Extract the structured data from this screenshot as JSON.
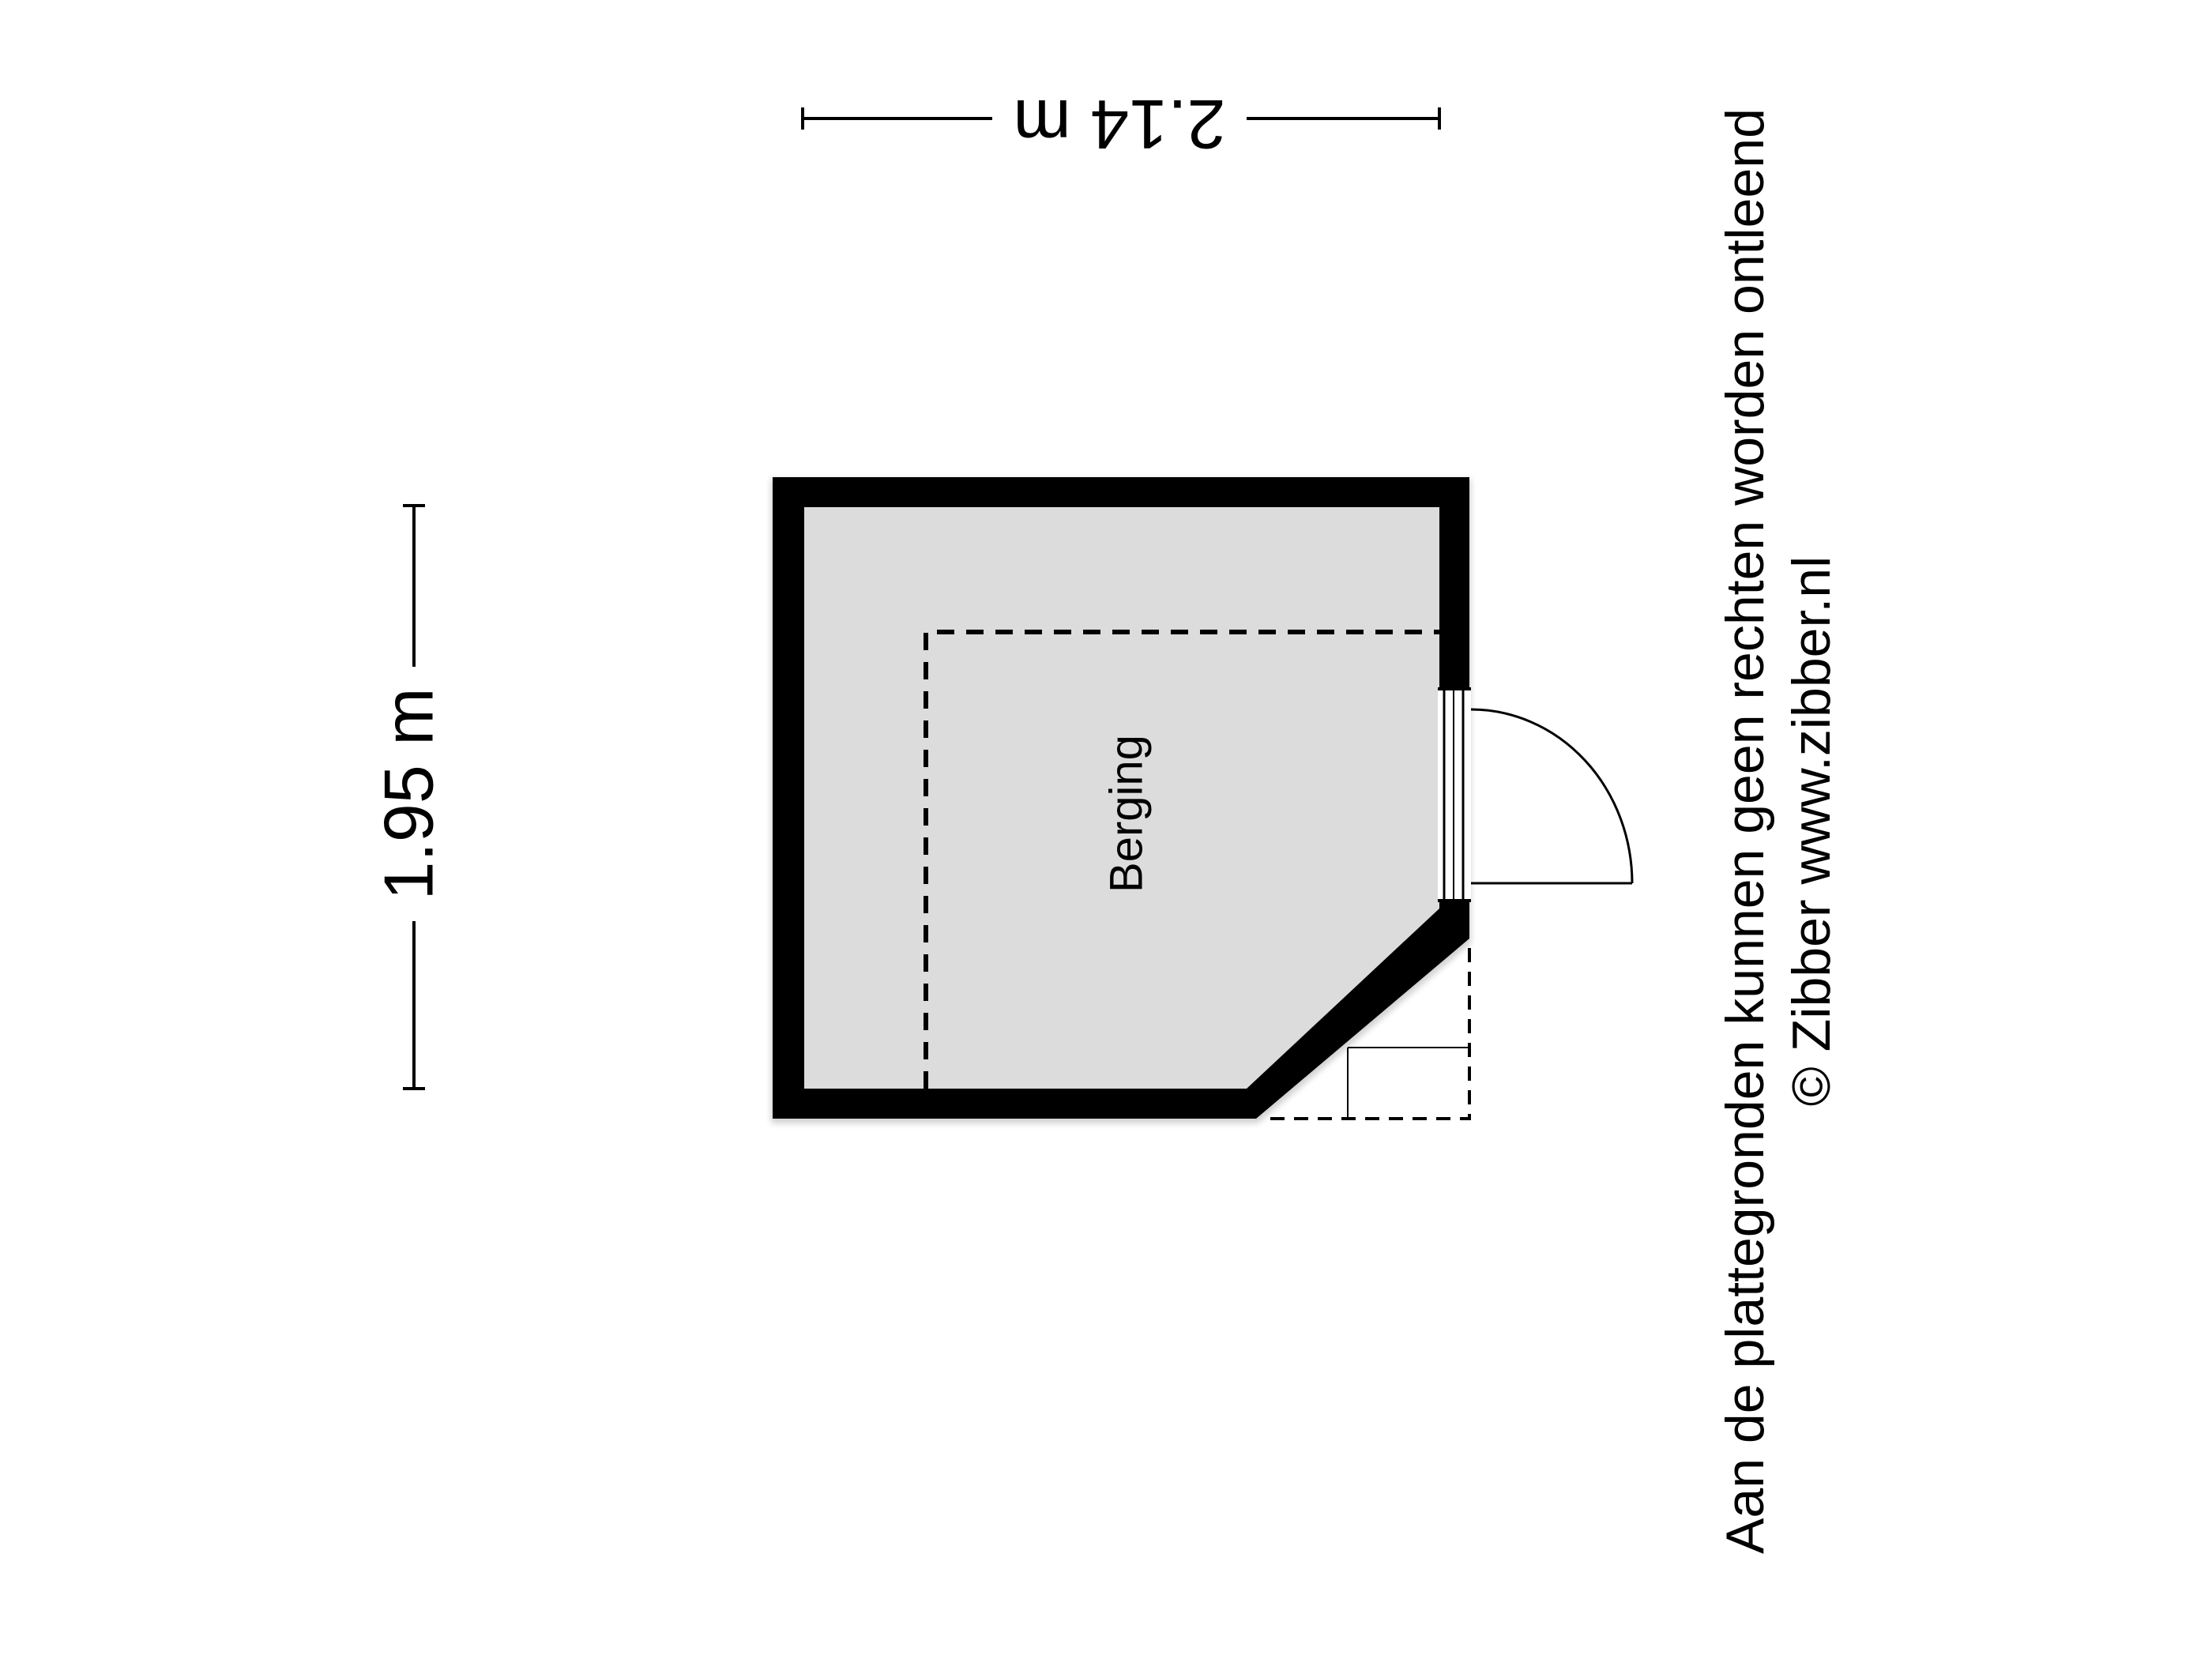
{
  "floorplan": {
    "room_label": "Berging",
    "dimension_width": "2.14 m",
    "dimension_height": "1.95 m",
    "disclaimer": "Aan de plattegronden kunnen geen rechten worden ontleend",
    "copyright": "© Zibber www.zibber.nl"
  },
  "colors": {
    "wall": "#000000",
    "floor": "#dcdcdc",
    "background": "#ffffff"
  }
}
